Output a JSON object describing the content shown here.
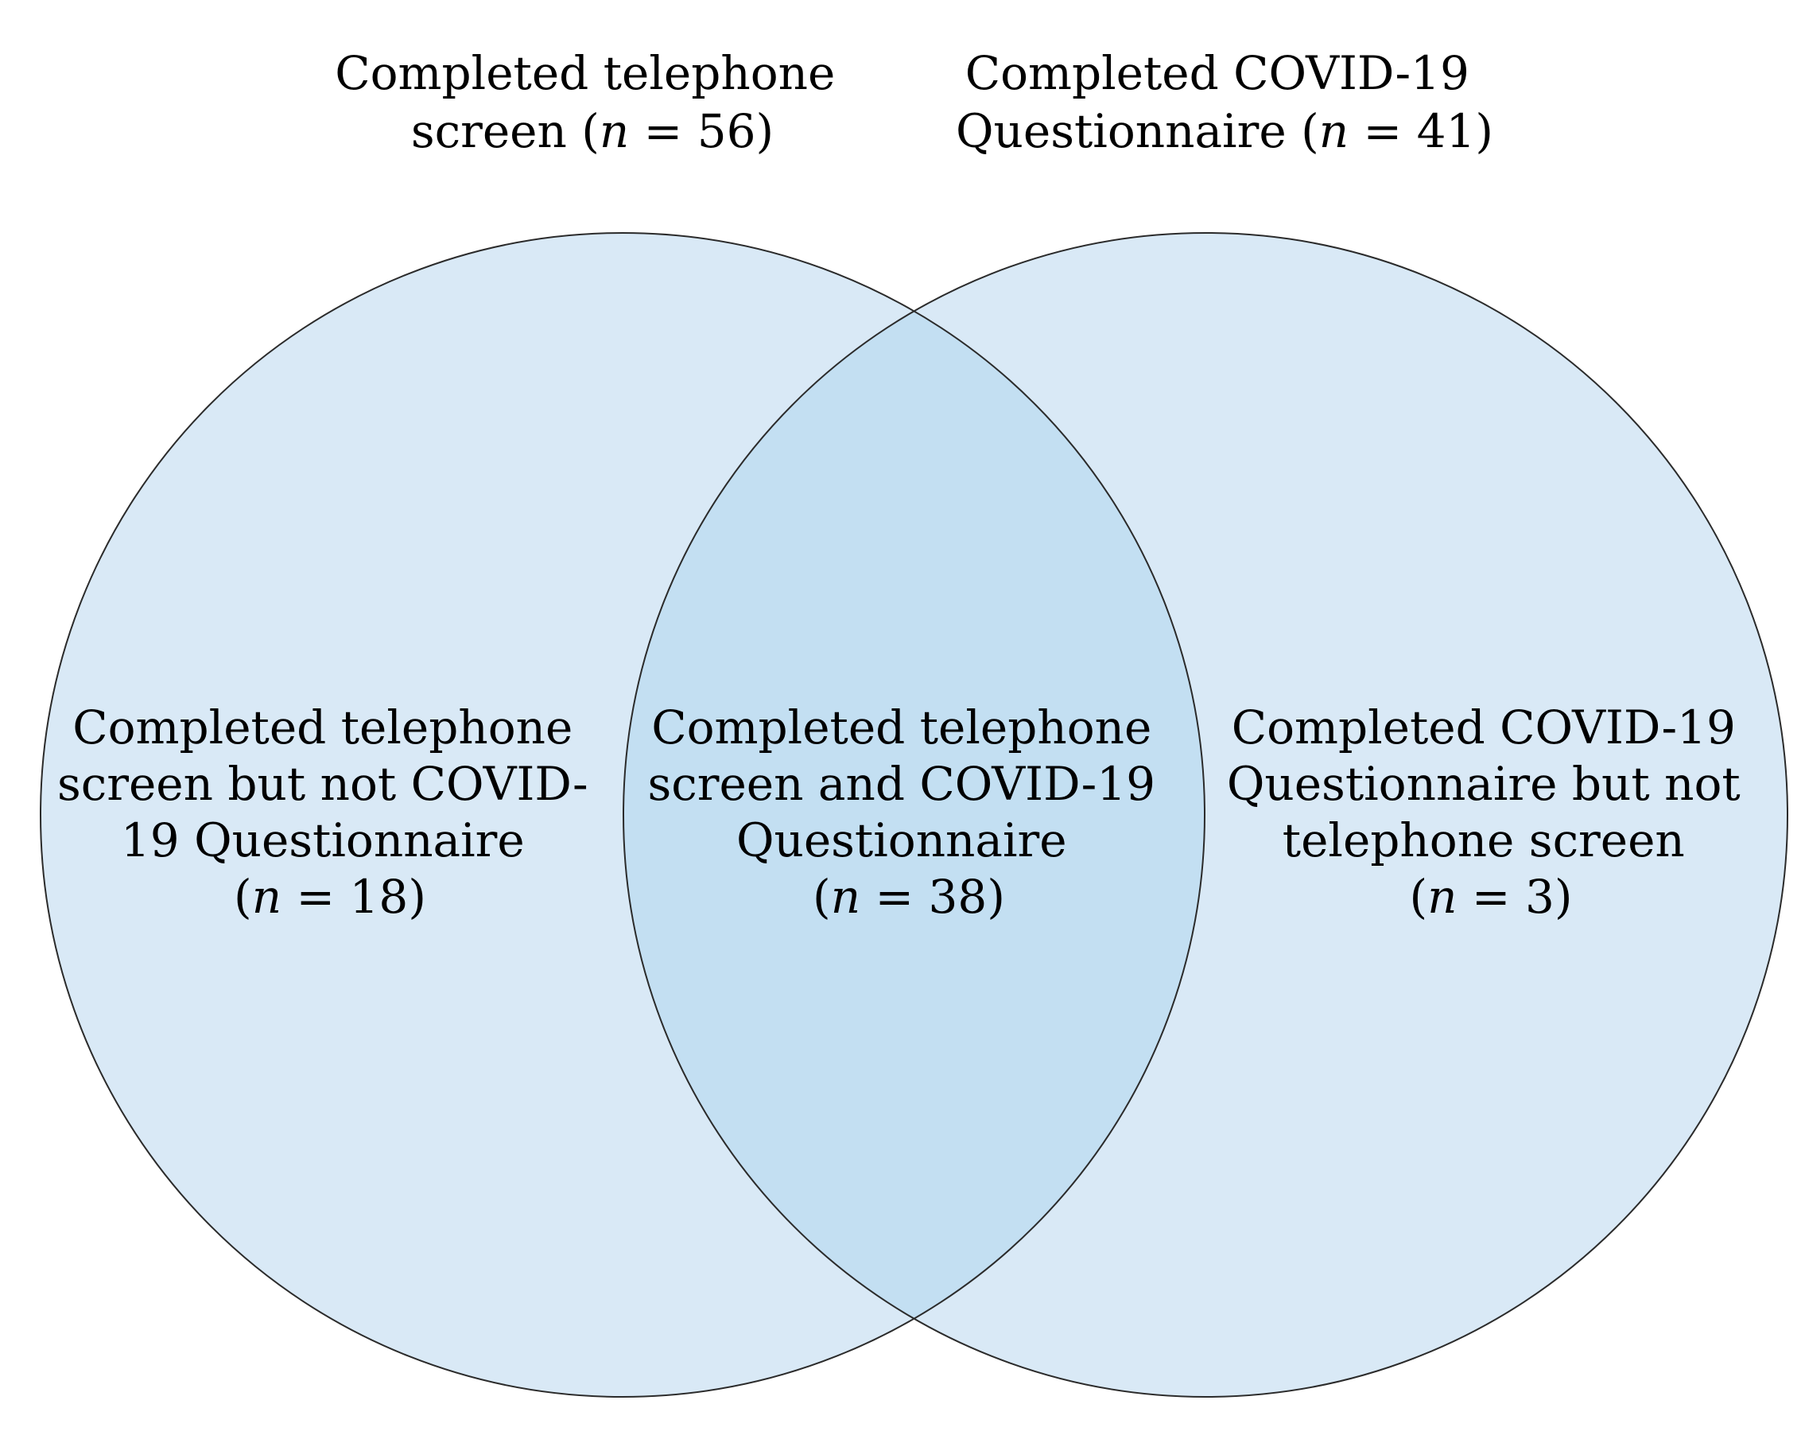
{
  "colors": {
    "circle_fill": "#d9e9f6",
    "overlap_fill": "#c3dff2",
    "stroke": "#2b2b2b"
  },
  "sets": {
    "left": {
      "title": [
        "Completed telephone",
        "screen (n = 56)"
      ]
    },
    "right": {
      "title": [
        "Completed COVID-19",
        "Questionnaire (n = 41)"
      ]
    }
  },
  "regions": {
    "left_only": [
      "Completed telephone",
      "screen but not COVID-",
      "19 Questionnaire",
      "(n = 18)"
    ],
    "both": [
      "Completed telephone",
      "screen and COVID-19",
      "Questionnaire",
      "(n = 38)"
    ],
    "right_only": [
      "Completed COVID-19",
      "Questionnaire but not",
      "telephone screen",
      "(n = 3)"
    ]
  }
}
